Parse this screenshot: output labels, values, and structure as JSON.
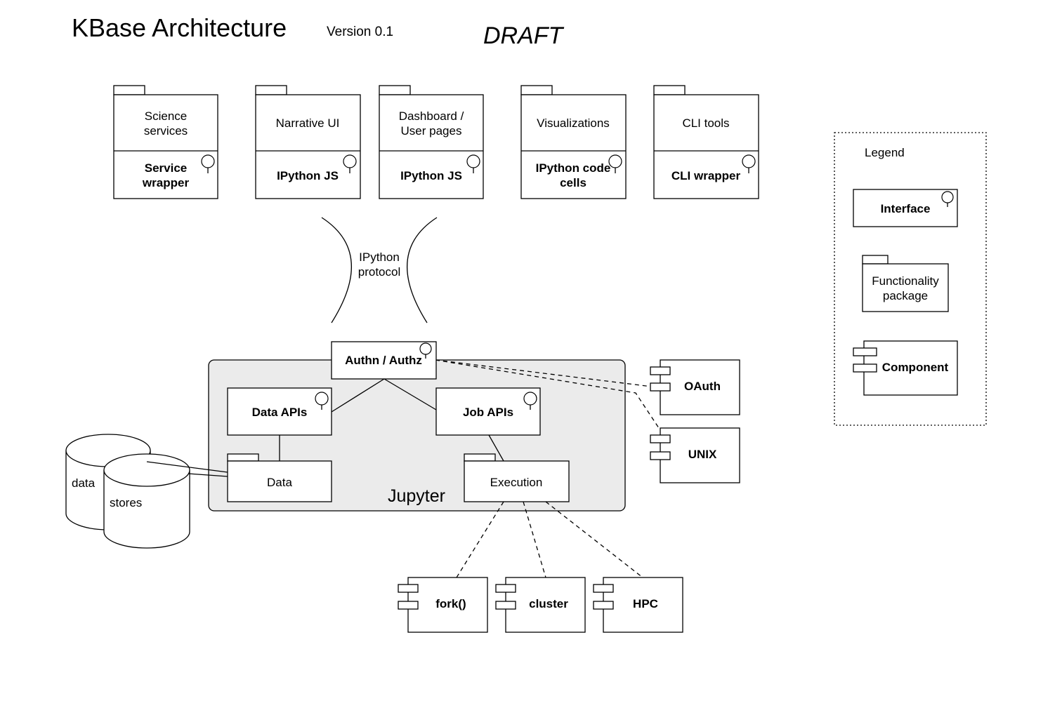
{
  "header": {
    "title": "KBase Architecture",
    "version": "Version 0.1",
    "draft": "DRAFT"
  },
  "packages": [
    {
      "name": "Science services",
      "interface": "Service wrapper"
    },
    {
      "name": "Narrative UI",
      "interface": "IPython JS"
    },
    {
      "name": "Dashboard / User pages",
      "interface": "IPython JS"
    },
    {
      "name": "Visualizations",
      "interface": "IPython code cells"
    },
    {
      "name": "CLI tools",
      "interface": "CLI wrapper"
    }
  ],
  "protocol": {
    "label_line1": "IPython",
    "label_line2": "protocol"
  },
  "jupyter": {
    "label": "Jupyter",
    "authn": "Authn / Authz",
    "data_apis": "Data APIs",
    "job_apis": "Job APIs",
    "data": "Data",
    "execution": "Execution"
  },
  "datastores": {
    "line1": "data",
    "line2": "stores"
  },
  "external_auth": [
    "OAuth",
    "UNIX"
  ],
  "executors": [
    "fork()",
    "cluster",
    "HPC"
  ],
  "legend": {
    "title": "Legend",
    "interface": "Interface",
    "package_line1": "Functionality",
    "package_line2": "package",
    "component": "Component"
  }
}
